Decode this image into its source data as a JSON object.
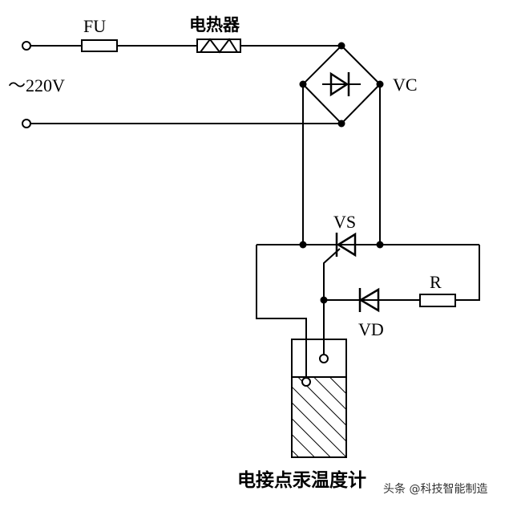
{
  "labels": {
    "fuse": "FU",
    "heater": "电热器",
    "supply": "～220V",
    "bridge": "VC",
    "thyristor": "VS",
    "resistor": "R",
    "diode": "VD",
    "thermometer": "电接点汞温度计"
  },
  "watermark": "头条 @科技智能制造"
}
